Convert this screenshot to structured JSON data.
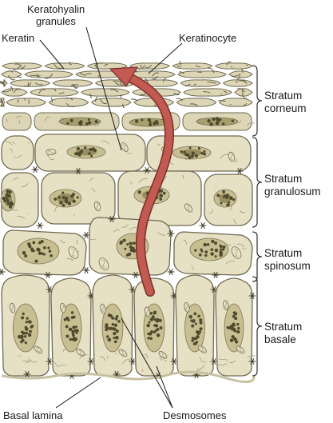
{
  "labels": {
    "keratin": "Keratin",
    "keratohyalin_granules": "Keratohyalin\ngranules",
    "keratinocyte": "Keratinocyte",
    "basal_lamina": "Basal lamina",
    "desmosomes": "Desmosomes"
  },
  "layers": [
    {
      "name": "Stratum\ncorneum"
    },
    {
      "name": "Stratum\ngranulosum"
    },
    {
      "name": "Stratum\nspinosum"
    },
    {
      "name": "Stratum\nbasale"
    }
  ],
  "colors": {
    "cell_fill": "#e6e0c4",
    "cell_outline": "#6f6a52",
    "nucleus": "#c7bf92",
    "chromatin": "#4f4a2e",
    "arrow": "#b9534d",
    "arrow_outline": "#7a2f2b"
  }
}
